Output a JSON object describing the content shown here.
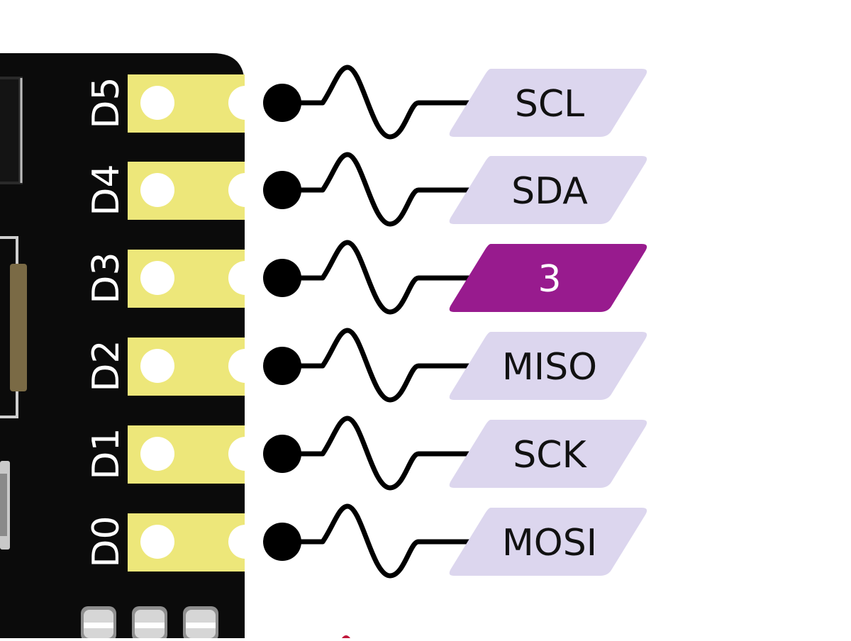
{
  "colors": {
    "board": "#0b0b0b",
    "pad": "#ede77a",
    "hole": "#ffffff",
    "wire": "#000000",
    "label_default_bg": "#dcd6ee",
    "label_default_text": "#111111",
    "label_highlight_bg": "#981b8e",
    "label_highlight_text": "#ffffff"
  },
  "pins": [
    {
      "silk": "D5",
      "label": "SCL",
      "highlight": false
    },
    {
      "silk": "D4",
      "label": "SDA",
      "highlight": false
    },
    {
      "silk": "D3",
      "label": "3",
      "highlight": true
    },
    {
      "silk": "D2",
      "label": "MISO",
      "highlight": false
    },
    {
      "silk": "D1",
      "label": "SCK",
      "highlight": false
    },
    {
      "silk": "D0",
      "label": "MOSI",
      "highlight": false
    }
  ]
}
